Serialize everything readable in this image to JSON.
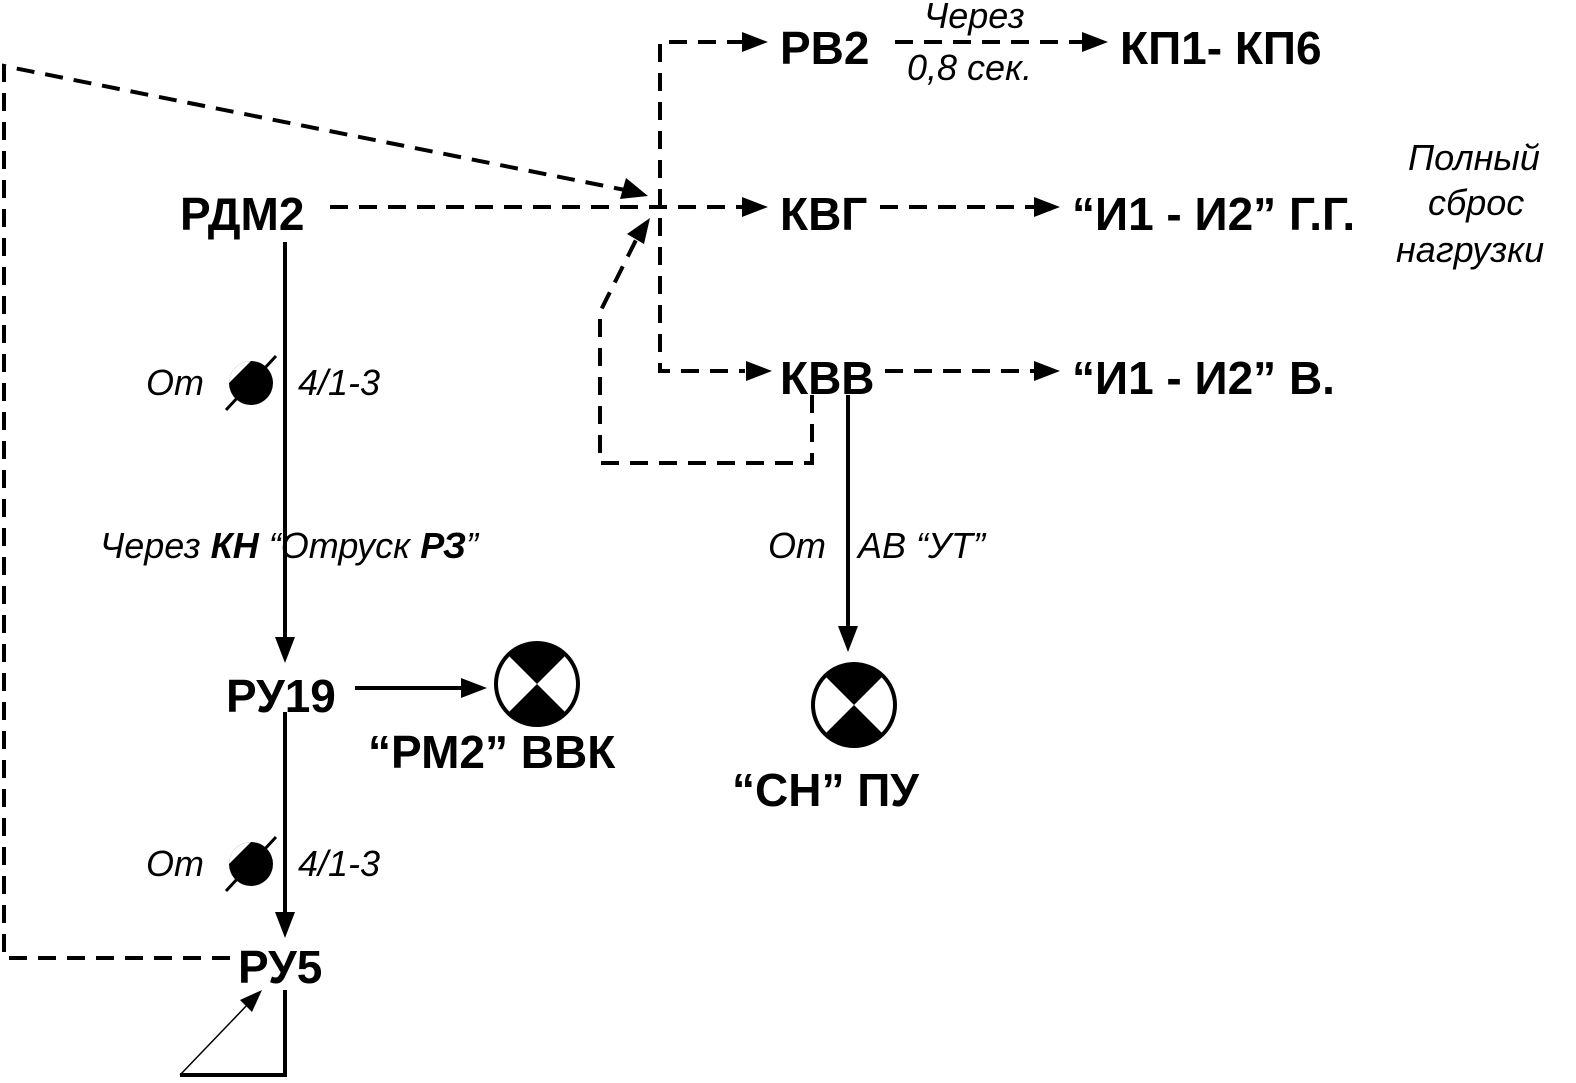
{
  "nodes": {
    "rv2": "РВ2",
    "kp": "КП1- КП6",
    "rdm2": "РДМ2",
    "kvg": "КВГ",
    "i1i2_gg": "“И1 - И2” Г.Г.",
    "kvv": "КВВ",
    "i1i2_v": "“И1 - И2” В.",
    "ru19": "РУ19",
    "rm2_vvk": "“РМ2” ВВК",
    "sn_pu": "“СН” ПУ",
    "ru5": "РУ5"
  },
  "labels": {
    "delay_line1": "Через",
    "delay_line2": "0,8 сек.",
    "full_drop_line1": "Полный",
    "full_drop_line2": "сброс",
    "full_drop_line3": "нагрузки",
    "from_switch_top": {
      "from": "От",
      "code": "4/1-3"
    },
    "from_switch_bottom": {
      "from": "От",
      "code": "4/1-3"
    },
    "through_kn": {
      "prefix": "Через ",
      "kn": "КН",
      "middle": " “Отруск ",
      "rz": "РЗ",
      "suffix": "”"
    },
    "from_av_ut": {
      "from": "От",
      "rest": "АВ “УТ”"
    }
  },
  "icons": {
    "lamp": "signal-lamp-icon",
    "switch": "switch-symbol-icon"
  },
  "colors": {
    "ink": "#000000",
    "background": "#ffffff"
  }
}
